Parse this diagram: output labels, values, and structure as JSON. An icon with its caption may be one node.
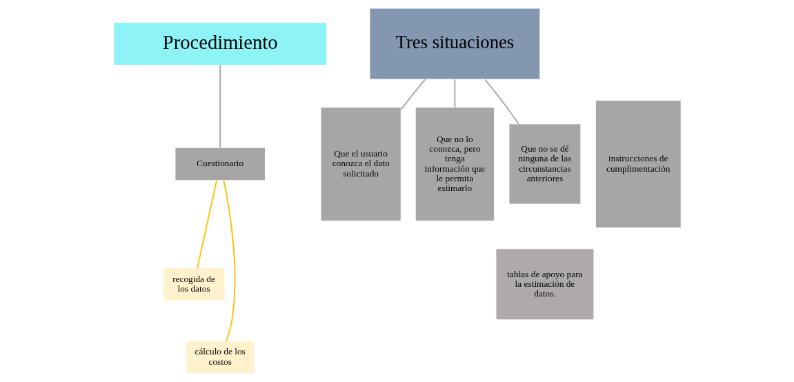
{
  "diagram": {
    "nodes": [
      {
        "text": [
          "Procedimiento"
        ]
      },
      {
        "text": [
          "Cuestionario"
        ]
      },
      {
        "text": [
          "recogida de los datos"
        ]
      },
      {
        "text": [
          "cálculo de los costos"
        ]
      },
      {
        "text": [
          "instrucciones de cumplimentación"
        ]
      },
      {
        "text": [
          "Tres situaciones"
        ]
      },
      {
        "text": [
          "Que el usuario conozca el dato solicitado"
        ]
      },
      {
        "text": [
          "Que no lo conozca, pero tenga información que le permita estimarlo"
        ]
      },
      {
        "text": [
          "Que no se dé ninguna de las circunstancias anteriores"
        ]
      },
      {
        "text": [
          "tablas de apoyo para la estimación de datos."
        ]
      }
    ],
    "edges": [
      {
        "from": 0,
        "to": 1,
        "arrow": "none"
      },
      {
        "from": 1,
        "to": 2,
        "arrow": "none",
        "color": "#ffc000"
      },
      {
        "from": 1,
        "to": 3,
        "arrow": "none",
        "color": "#ffc000"
      },
      {
        "from": 5,
        "to": 6,
        "arrow": "none"
      },
      {
        "from": 5,
        "to": 7,
        "arrow": "none"
      },
      {
        "from": 5,
        "to": 8,
        "arrow": "none"
      }
    ]
  }
}
